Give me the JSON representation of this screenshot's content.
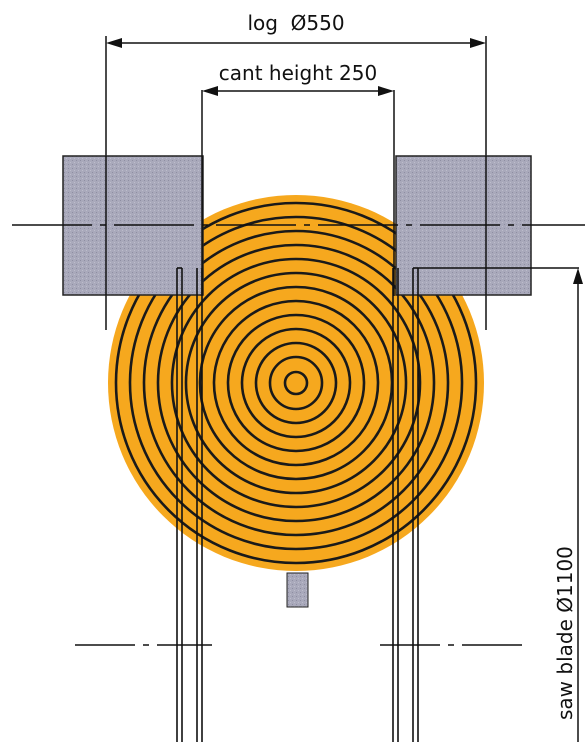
{
  "labels": {
    "log_diameter": "log  Ø550",
    "cant_height": "cant height 250",
    "saw_blade": "saw blade Ø1100"
  },
  "colors": {
    "log_fill": "#f6a81e",
    "ring_stroke": "#1a1a1a",
    "blade_block": "#a8a8b8",
    "line": "#111111",
    "background": "#ffffff"
  }
}
